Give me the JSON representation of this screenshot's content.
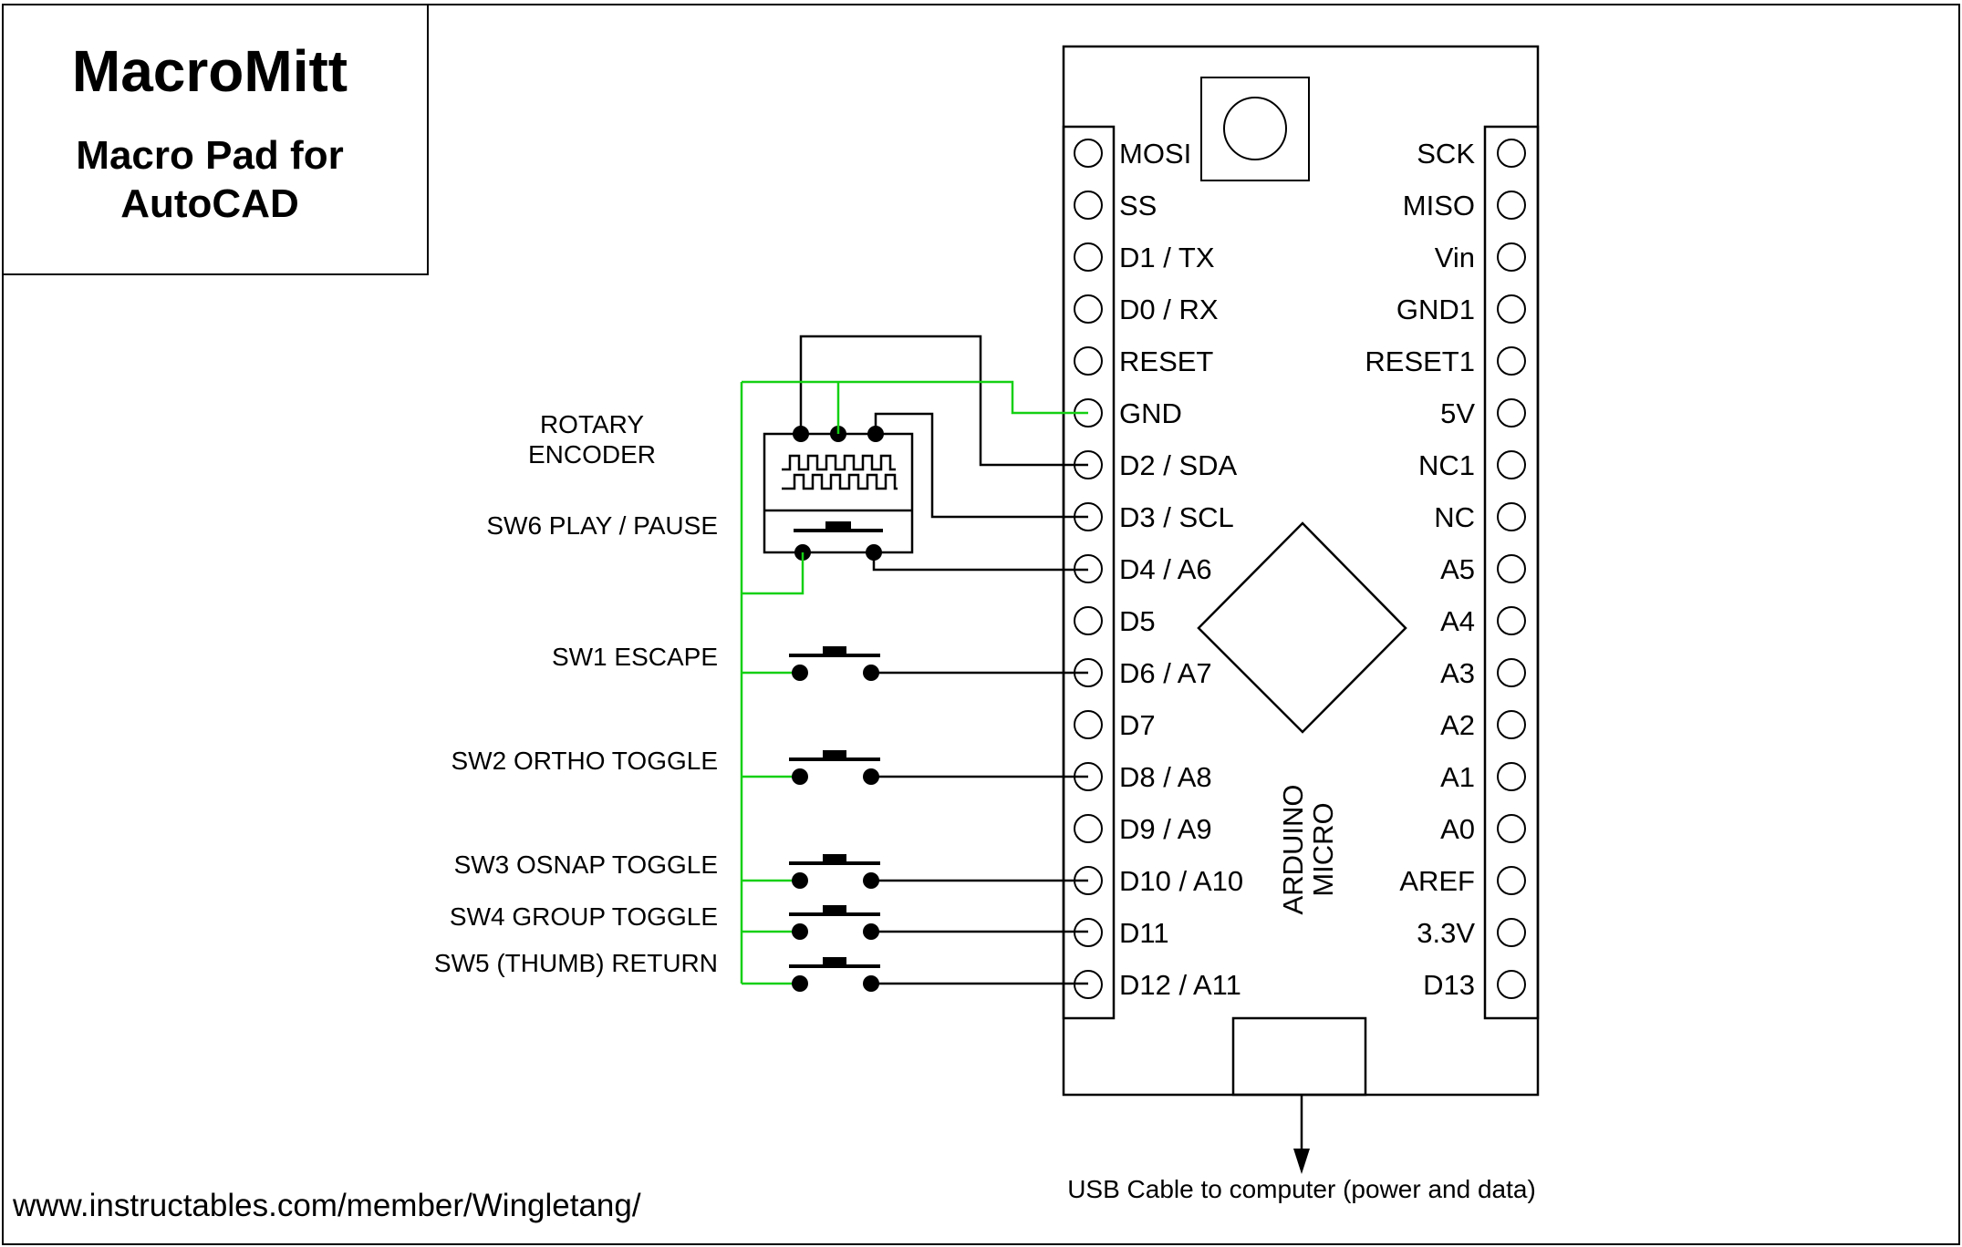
{
  "title": "MacroMitt",
  "subtitle_line1": "Macro Pad for",
  "subtitle_line2": "AutoCAD",
  "board_label_line1": "ARDUINO",
  "board_label_line2": "MICRO",
  "left_pins": [
    "MOSI",
    "SS",
    "D1 / TX",
    "D0 / RX",
    "RESET",
    "GND",
    "D2 / SDA",
    "D3 / SCL",
    "D4 / A6",
    "D5",
    "D6 / A7",
    "D7",
    "D8 / A8",
    "D9 / A9",
    "D10 / A10",
    "D11",
    "D12 / A11"
  ],
  "right_pins": [
    "SCK",
    "MISO",
    "Vin",
    "GND1",
    "RESET1",
    "5V",
    "NC1",
    "NC",
    "A5",
    "A4",
    "A3",
    "A2",
    "A1",
    "A0",
    "AREF",
    "3.3V",
    "D13"
  ],
  "encoder_label_line1": "ROTARY",
  "encoder_label_line2": "ENCODER",
  "switch_labels": {
    "sw6": "SW6 PLAY / PAUSE",
    "sw1": "SW1 ESCAPE",
    "sw2": "SW2 ORTHO TOGGLE",
    "sw3": "SW3 OSNAP TOGGLE",
    "sw4": "SW4 GROUP TOGGLE",
    "sw5": "SW5 (THUMB) RETURN"
  },
  "usb_label": "USB Cable to computer (power and data)",
  "website": "www.instructables.com/member/Wingletang/",
  "colors": {
    "wire": "#000000",
    "ground_wire": "#14d014"
  }
}
